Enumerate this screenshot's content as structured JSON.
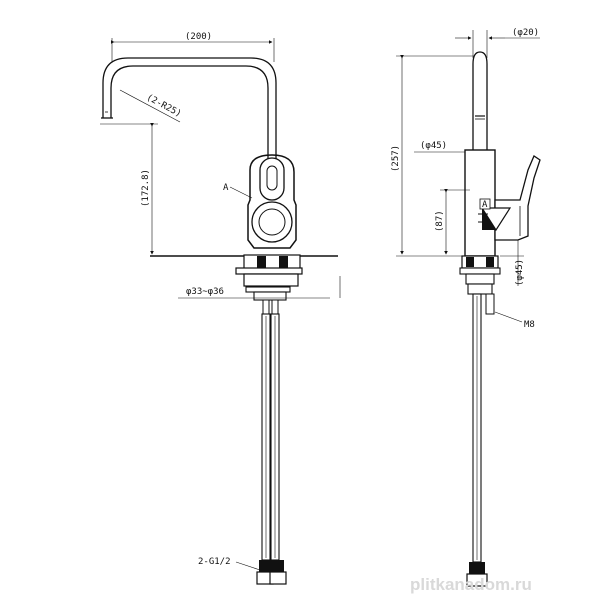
{
  "front_view": {
    "dim_spout_reach": "(200)",
    "dim_spout_radius": "(2-R25)",
    "dim_spout_height": "(172.8)",
    "label_a": "A",
    "dim_hole": "φ33~φ36",
    "dim_hoses": "2-G1/2"
  },
  "side_view": {
    "dim_spout_dia": "(φ20)",
    "dim_body_dia": "(φ45)",
    "dim_total_height": "(257)",
    "dim_body_height": "(87)",
    "dim_base_dia": "(φ45)",
    "label_a": "A",
    "dim_stud": "M8"
  },
  "watermark": "plitkanadom.ru"
}
